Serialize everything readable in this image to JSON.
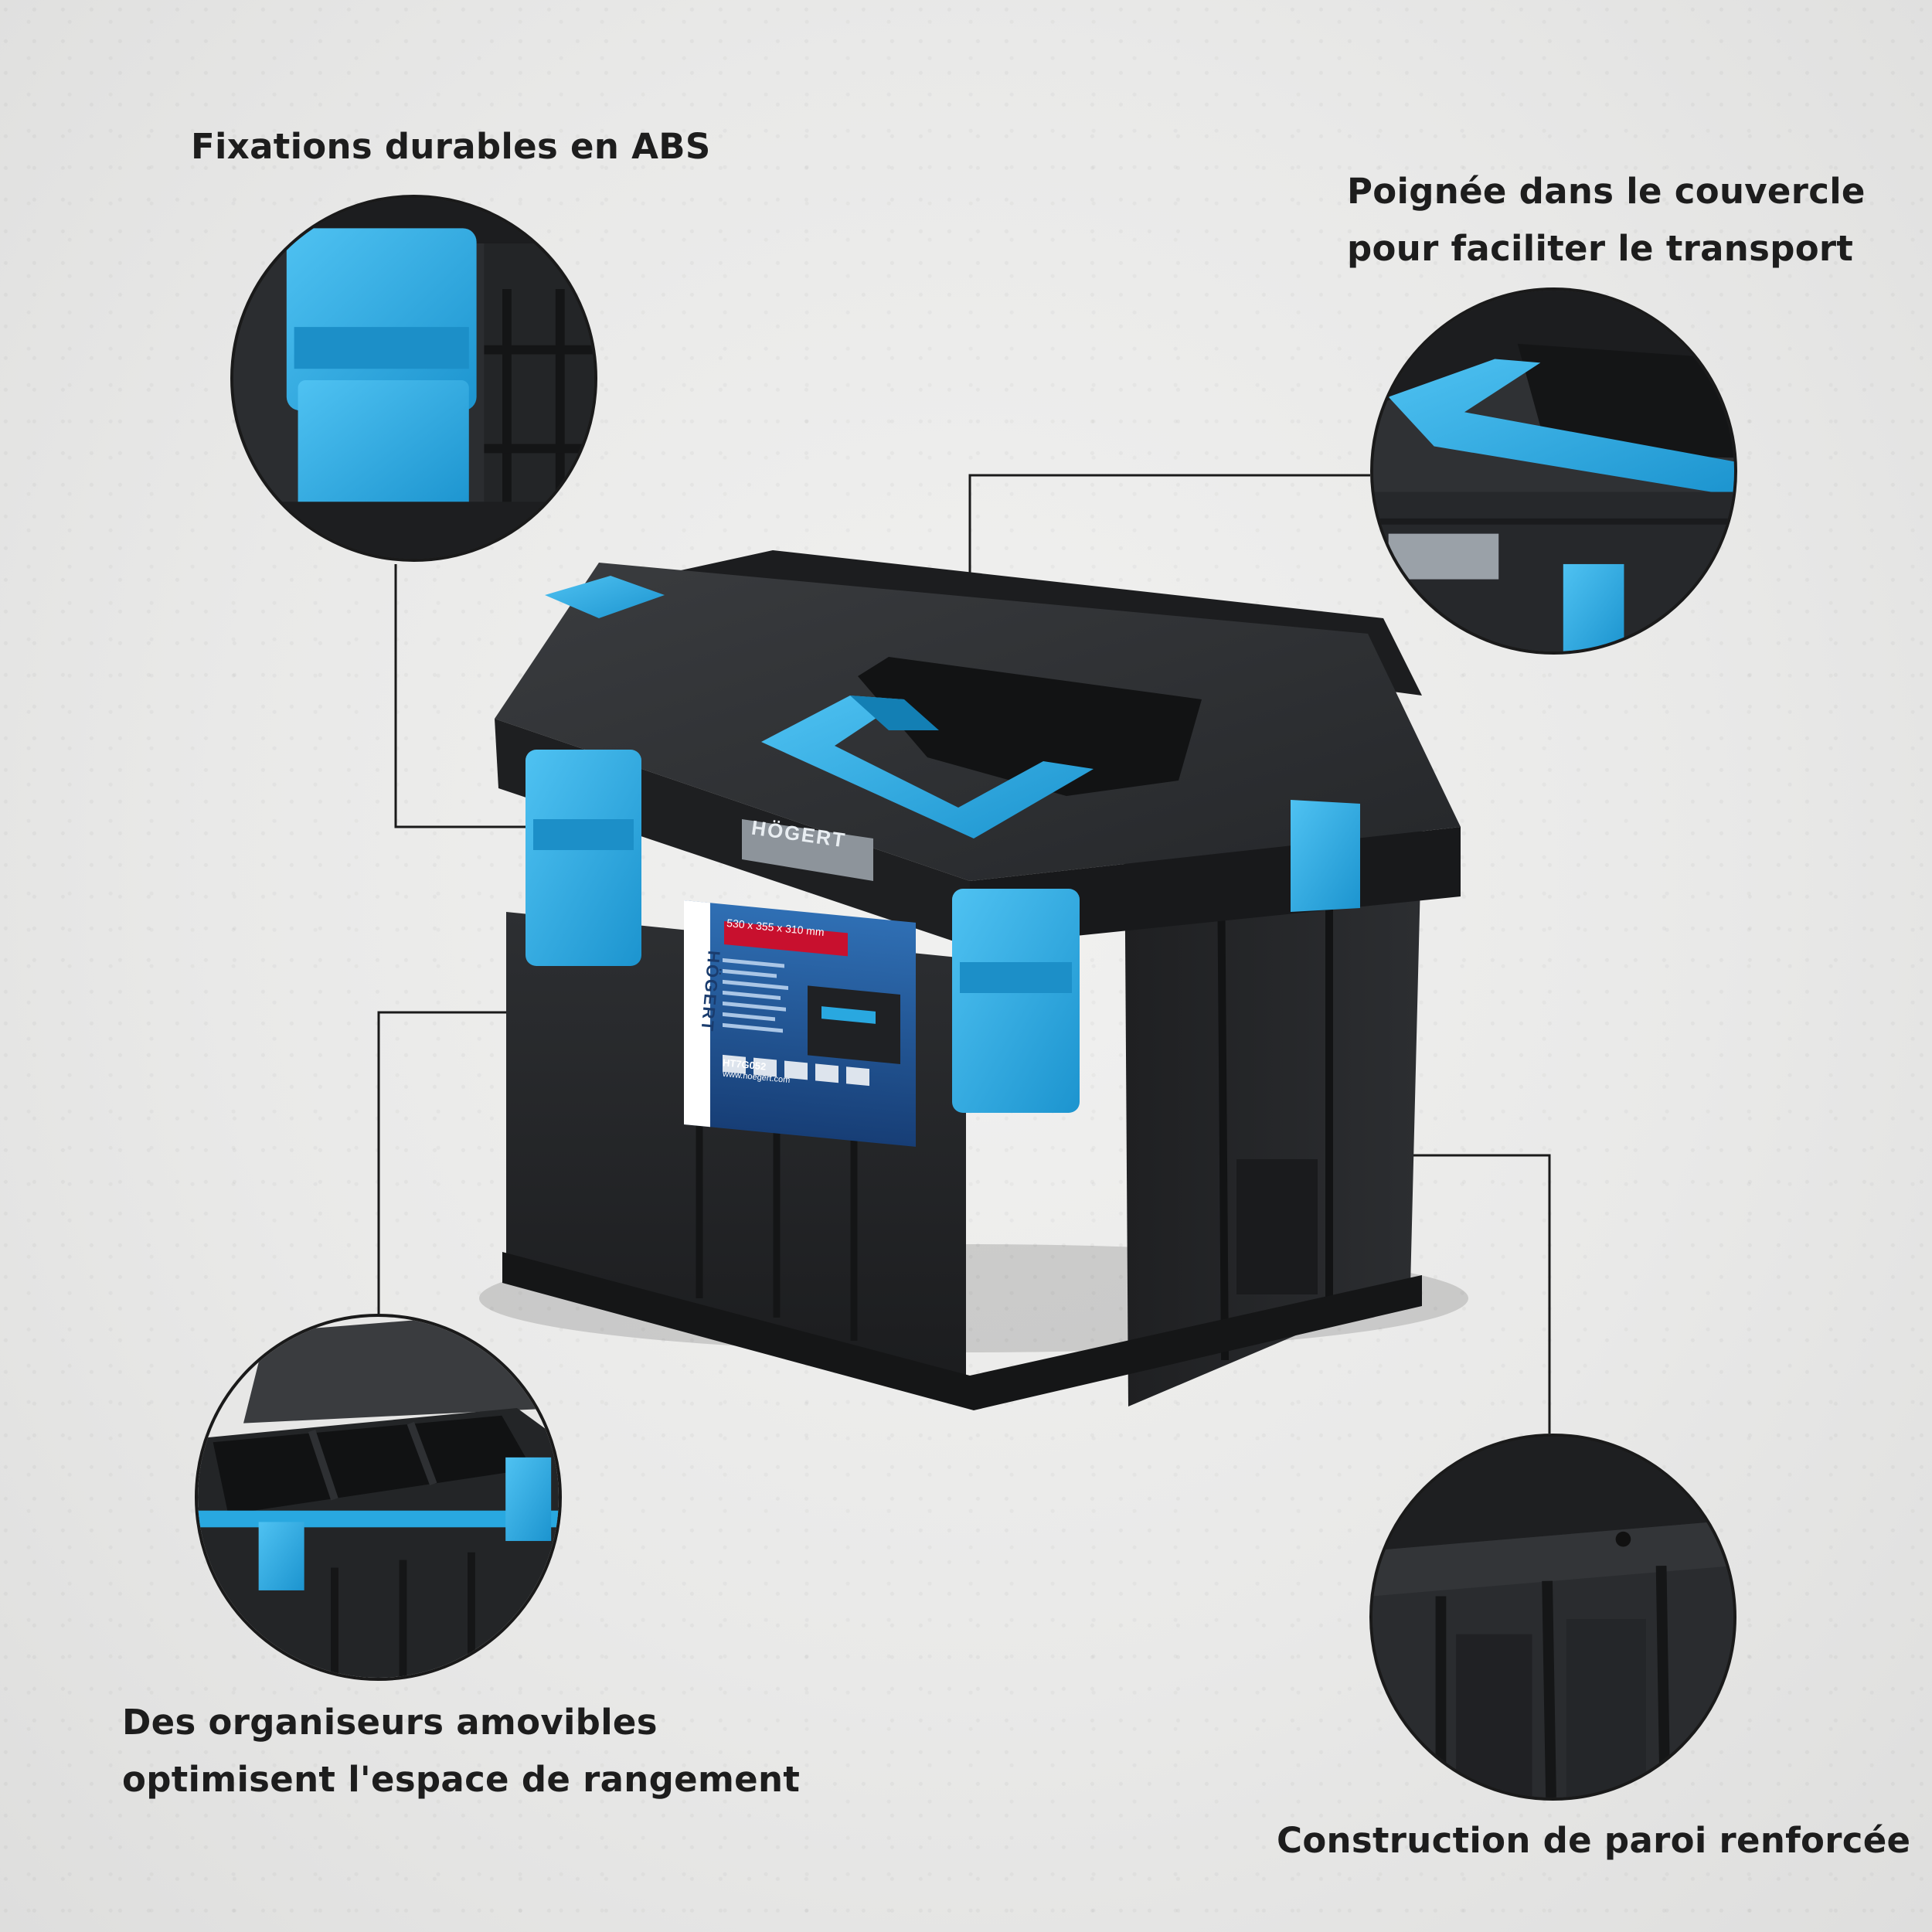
{
  "captions": {
    "fixings": "Fixations durables en ABS",
    "handle_line1": "Poignée dans le couvercle",
    "handle_line2": "pour faciliter le transport",
    "organisers_line1": "Des organiseurs amovibles",
    "organisers_line2": "optimisent l'espace de rangement",
    "wall": "Construction de paroi renforcée"
  },
  "product": {
    "brand": "HÖGERT",
    "dimensions": "530 x 355 x 310 mm",
    "model": "HT7G052",
    "website": "www.hoegert.com"
  },
  "colors": {
    "accent": "#29a8e0",
    "box_body": "#232527",
    "callout_line": "#1a1a1a"
  }
}
